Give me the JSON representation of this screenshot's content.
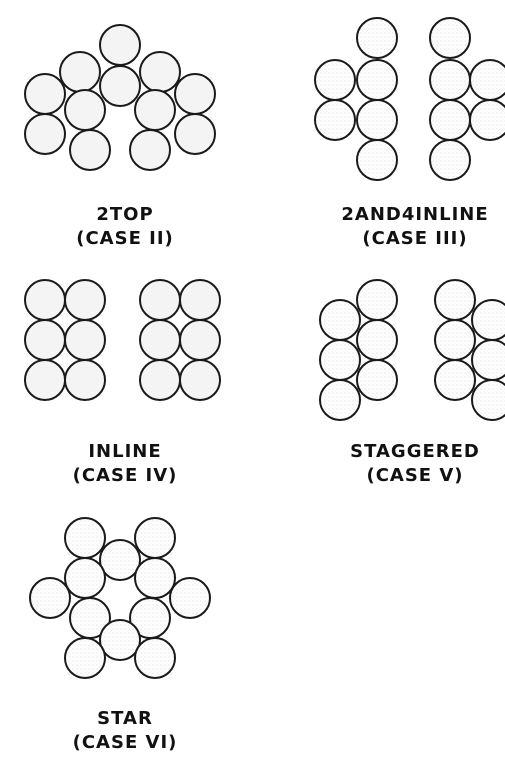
{
  "configurations": [
    {
      "id": "2top",
      "name": "2TOP",
      "case": "(CASE  II)"
    },
    {
      "id": "2and4inline",
      "name": "2AND4INLINE",
      "case": "(CASE III)"
    },
    {
      "id": "inline",
      "name": "INLINE",
      "case": "(CASE IV)"
    },
    {
      "id": "staggered",
      "name": "STAGGERED",
      "case": "(CASE V)"
    },
    {
      "id": "star",
      "name": "STAR",
      "case": "(CASE VI)"
    }
  ],
  "colors": {
    "stroke": "#1a1a1a",
    "fill": "#f4f4f4",
    "text": "#111111"
  }
}
